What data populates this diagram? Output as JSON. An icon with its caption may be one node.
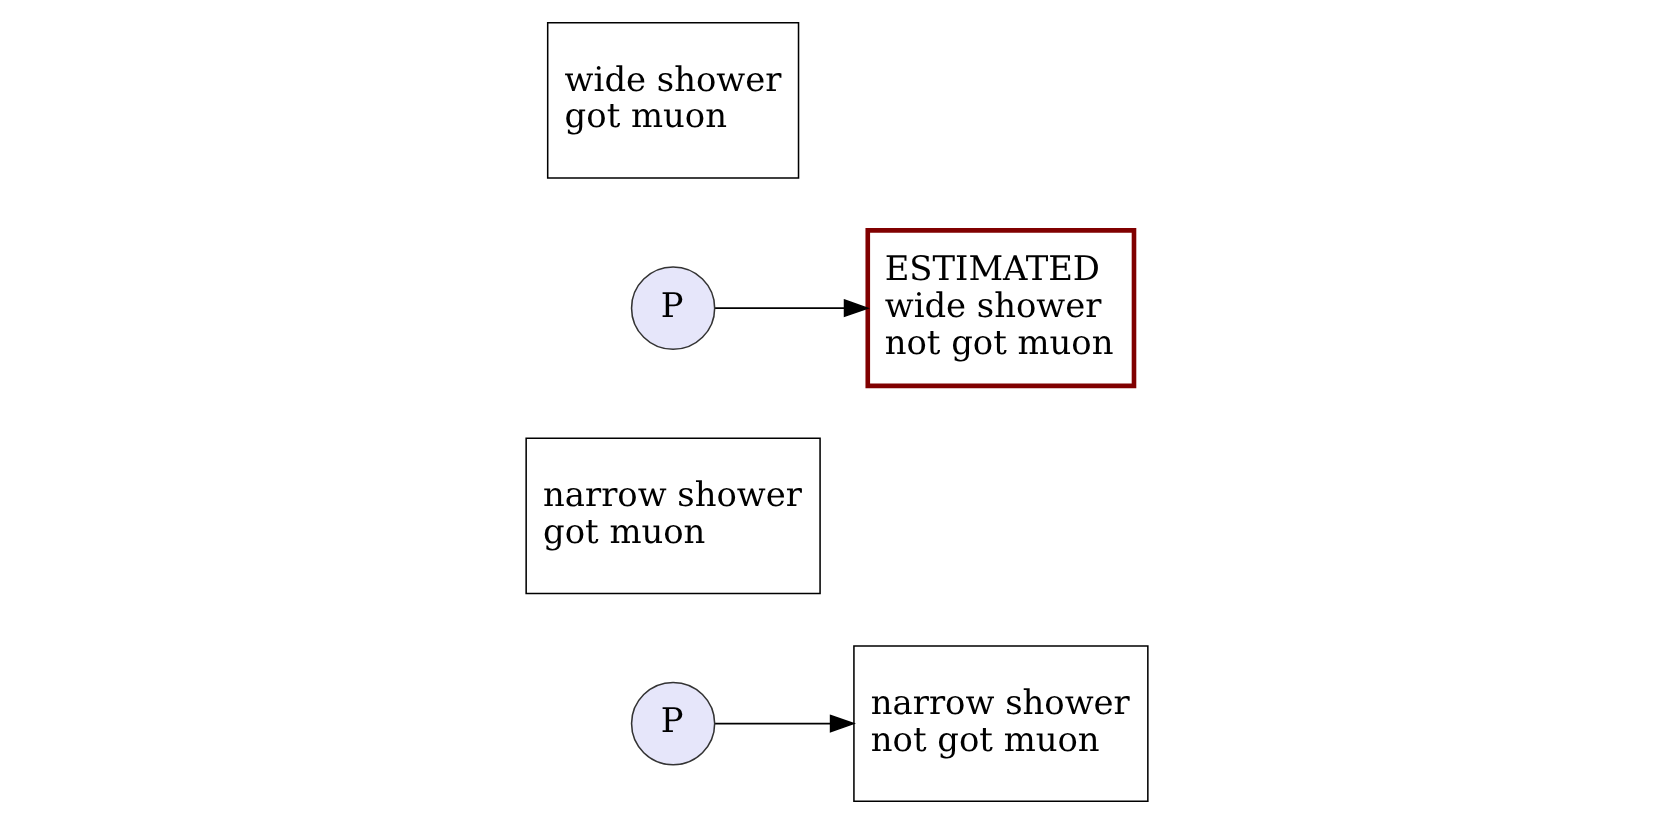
{
  "diagram": {
    "nodes": [
      {
        "text": [
          "narrow shower got muon"
        ]
      },
      {
        "text": [
          "P"
        ]
      },
      {
        "text": [
          "narrow shower not got muon"
        ]
      },
      {
        "text": [
          "wide shower got muon"
        ]
      },
      {
        "text": [
          "P"
        ]
      },
      {
        "text": [
          "ESTIMATED",
          "wide shower not got muon"
        ]
      }
    ],
    "edges": [
      {
        "from": 1,
        "to": 2,
        "arrow": "to"
      },
      {
        "from": 4,
        "to": 5,
        "arrow": "to"
      }
    ]
  }
}
